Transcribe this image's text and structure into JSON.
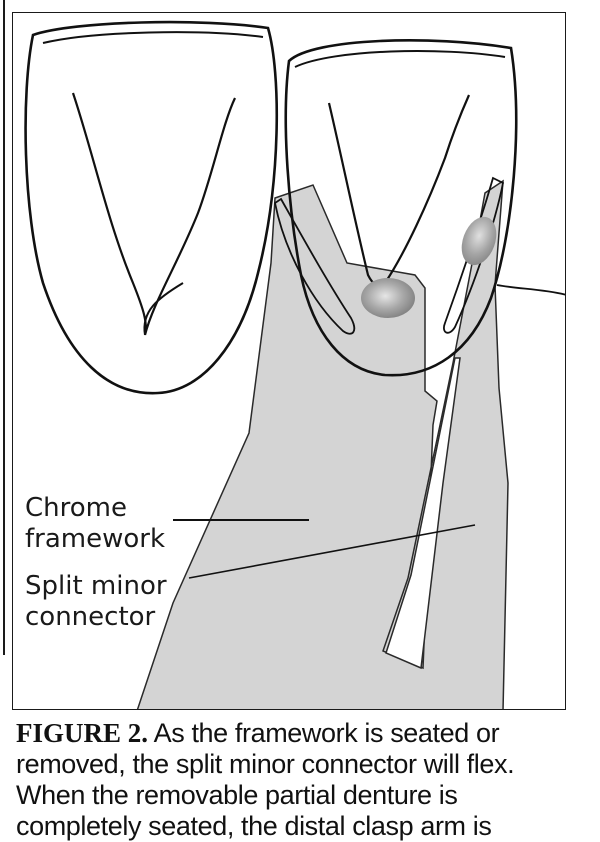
{
  "diagram": {
    "labels": {
      "chrome_framework": [
        "Chrome",
        "framework"
      ],
      "split_minor_connector": [
        "Split minor",
        "connector"
      ]
    },
    "colors": {
      "framework_fill": "#d4d4d4",
      "outline": "#111111",
      "rest_seat": "#9a9a9a"
    }
  },
  "caption": {
    "figure_label": "FIGURE 2.",
    "lines": [
      "As the framework is seated or",
      "removed, the split minor connector will flex.",
      "When the removable partial denture is",
      "completely seated, the distal clasp arm is"
    ]
  }
}
